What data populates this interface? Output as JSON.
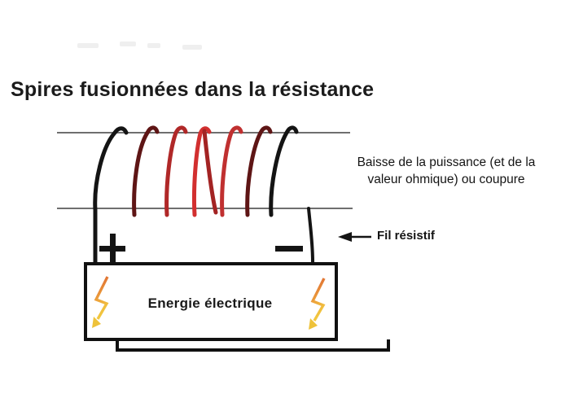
{
  "title": "Spires fusionnées dans la résistance",
  "annotation": {
    "power_line1": "Baisse de la puissance (et de la",
    "power_line2": "valeur ohmique) ou coupure",
    "resistive_wire_label": "Fil résistif"
  },
  "energy_box": {
    "label": "Energie électrique",
    "border_color": "#111111",
    "fill": "#ffffff"
  },
  "terminals": {
    "plus": "+",
    "minus": "−"
  },
  "coil": {
    "turn_count": 7,
    "turn_colors": [
      "#141414",
      "#5e1515",
      "#b02828",
      "#d22f2f",
      "#c03030",
      "#5e1515",
      "#141414"
    ],
    "fused_strand_color": "#a32323",
    "core_line_color": "#6f6f6f"
  },
  "icons": {
    "lightning_bolt_left": "lightning-bolt-arrow",
    "lightning_bolt_right": "lightning-bolt-arrow",
    "resistive_wire_pointer": "left-arrow"
  },
  "colors": {
    "wire_black": "#141414",
    "bolt_gradient_top": "#d9542f",
    "bolt_gradient_mid": "#eda43c",
    "bolt_gradient_bottom": "#f2cb3f",
    "background": "#ffffff"
  }
}
